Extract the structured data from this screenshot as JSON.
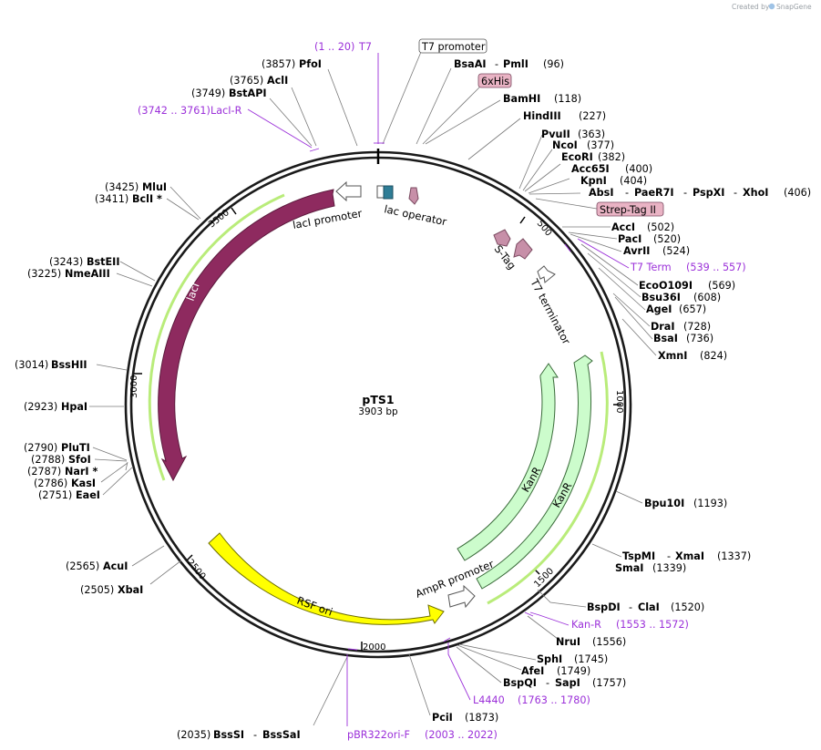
{
  "plasmid": {
    "name": "pTS1",
    "length_label": "3903 bp"
  },
  "branding": {
    "created_by": "Created by",
    "product": "SnapGene"
  },
  "ticks": [
    "500",
    "1000",
    "1500",
    "2000",
    "2500",
    "3000",
    "3500"
  ],
  "enzymes": {
    "pfoI": {
      "pos": "(3857)",
      "name": "PfoI"
    },
    "aclI": {
      "pos": "(3765)",
      "name": "AclI"
    },
    "bstAPI": {
      "pos": "(3749)",
      "name": "BstAPI"
    },
    "bsaAI_pmlI": {
      "name1": "BsaAI",
      "name2": "PmlI",
      "pos": "(96)"
    },
    "bamHI": {
      "name": "BamHI",
      "pos": "(118)"
    },
    "hindIII": {
      "name": "HindIII",
      "pos": "(227)"
    },
    "pvuII": {
      "name": "PvuII",
      "pos": "(363)"
    },
    "ncoI": {
      "name": "NcoI",
      "pos": "(377)"
    },
    "ecoRI": {
      "name": "EcoRI",
      "pos": "(382)"
    },
    "acc65I": {
      "name": "Acc65I",
      "pos": "(400)"
    },
    "kpnI": {
      "name": "KpnI",
      "pos": "(404)"
    },
    "absI_group": {
      "name1": "AbsI",
      "name2": "PaeR7I",
      "name3": "PspXI",
      "name4": "XhoI",
      "pos": "(406)"
    },
    "accI": {
      "name": "AccI",
      "pos": "(502)"
    },
    "pacI": {
      "name": "PacI",
      "pos": "(520)"
    },
    "avrII": {
      "name": "AvrII",
      "pos": "(524)"
    },
    "ecoO109I": {
      "name": "EcoO109I",
      "pos": "(569)"
    },
    "bsu36I": {
      "name": "Bsu36I",
      "pos": "(608)"
    },
    "ageI": {
      "name": "AgeI",
      "pos": "(657)"
    },
    "draI": {
      "name": "DraI",
      "pos": "(728)"
    },
    "bsaI": {
      "name": "BsaI",
      "pos": "(736)"
    },
    "xmnI": {
      "name": "XmnI",
      "pos": "(824)"
    },
    "bpu10I": {
      "name": "Bpu10I",
      "pos": "(1193)"
    },
    "tspMI_xmaI": {
      "name1": "TspMI",
      "name2": "XmaI",
      "pos": "(1337)"
    },
    "smaI": {
      "name": "SmaI",
      "pos": "(1339)"
    },
    "bspDI_claI": {
      "name1": "BspDI",
      "name2": "ClaI",
      "pos": "(1520)"
    },
    "nruI": {
      "name": "NruI",
      "pos": "(1556)"
    },
    "sphI": {
      "name": "SphI",
      "pos": "(1745)"
    },
    "afeI": {
      "name": "AfeI",
      "pos": "(1749)"
    },
    "bspQI_sapI": {
      "name1": "BspQI",
      "name2": "SapI",
      "pos": "(1757)"
    },
    "pciI": {
      "name": "PciI",
      "pos": "(1873)"
    },
    "bssSI_bssSaI": {
      "pos": "(2035)",
      "name1": "BssSI",
      "name2": "BssSaI"
    },
    "xbaI": {
      "pos": "(2505)",
      "name": "XbaI"
    },
    "acuI": {
      "pos": "(2565)",
      "name": "AcuI"
    },
    "eaeI": {
      "pos": "(2751)",
      "name": "EaeI"
    },
    "kasI": {
      "pos": "(2786)",
      "name": "KasI"
    },
    "narI": {
      "pos": "(2787)",
      "name": "NarI *"
    },
    "sfoI": {
      "pos": "(2788)",
      "name": "SfoI"
    },
    "pluTI": {
      "pos": "(2790)",
      "name": "PluTI"
    },
    "hpaI": {
      "pos": "(2923)",
      "name": "HpaI"
    },
    "bssHII": {
      "pos": "(3014)",
      "name": "BssHII"
    },
    "nmeAIII": {
      "pos": "(3225)",
      "name": "NmeAIII"
    },
    "bstEII": {
      "pos": "(3243)",
      "name": "BstEII"
    },
    "bclI": {
      "pos": "(3411)",
      "name": "BclI *"
    },
    "mluI": {
      "pos": "(3425)",
      "name": "MluI"
    }
  },
  "primers": {
    "t7": {
      "range": "(1 .. 20)",
      "name": "T7"
    },
    "lacI_R": {
      "range": "(3742 .. 3761)",
      "name": "LacI-R"
    },
    "t7_term": {
      "name": "T7 Term",
      "range": "(539 .. 557)"
    },
    "kan_R": {
      "name": "Kan-R",
      "range": "(1553 .. 1572)"
    },
    "l4440": {
      "name": "L4440",
      "range": "(1763 .. 1780)"
    },
    "pBR322ori_F": {
      "name": "pBR322ori-F",
      "range": "(2003 .. 2022)"
    }
  },
  "boxed_labels": {
    "t7_promoter": "T7 promoter",
    "his6": "6xHis",
    "strep_tag": "Strep-Tag II"
  },
  "features": {
    "lacI_promoter": "lacI promoter",
    "lac_operator": "lac operator",
    "s_tag": "S-Tag",
    "t7_terminator": "T7 terminator",
    "lacI": "lacI",
    "kanR_inner": "KanR",
    "kanR_outer": "KanR",
    "ampR_promoter": "AmpR promoter",
    "rsf_ori": "RSF ori"
  },
  "colors": {
    "lacI": "#8e2a5f",
    "kanR": "#ccfccc",
    "rsf_ori": "#ffff00",
    "primer": "#9b30d9",
    "tag": "#e9b3c4",
    "lac_operator": "#2f7d96",
    "tag_arrow": "#c78fa8"
  }
}
